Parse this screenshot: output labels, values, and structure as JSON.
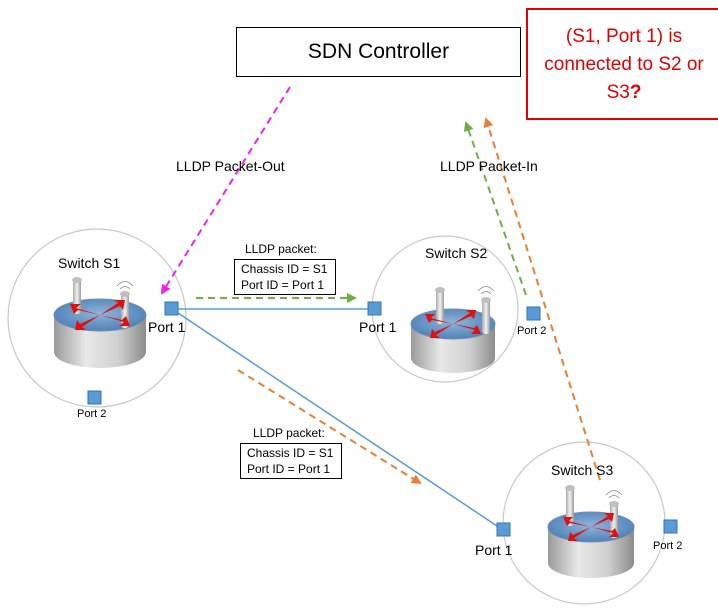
{
  "controller": {
    "label": "SDN Controller"
  },
  "question": {
    "line1": "(S1, Port 1) is",
    "line2": "connected to S2 or",
    "line3_text": "S3",
    "line3_mark": "?"
  },
  "messages": {
    "packet_out": "LLDP Packet-Out",
    "packet_in": "LLDP Packet-In"
  },
  "packet_to_s2": {
    "title": "LLDP packet:",
    "chassis": "Chassis ID = S1",
    "port": "Port ID = Port 1"
  },
  "packet_to_s3": {
    "title": "LLDP packet:",
    "chassis": "Chassis ID = S1",
    "port": "Port ID = Port 1"
  },
  "switches": {
    "s1": {
      "name": "Switch S1",
      "port1": "Port 1",
      "port2": "Port 2"
    },
    "s2": {
      "name": "Switch S2",
      "port1": "Port 1",
      "port2": "Port 2"
    },
    "s3": {
      "name": "Switch S3",
      "port1": "Port 1",
      "port2": "Port 2"
    }
  },
  "colors": {
    "packet_out_arrow": "#ee22ee",
    "packet_in_green": "#70ad47",
    "packet_orange": "#ed7d31",
    "link": "#5b9bd5",
    "port": "#5b9bd5",
    "question_border": "#e00000"
  }
}
